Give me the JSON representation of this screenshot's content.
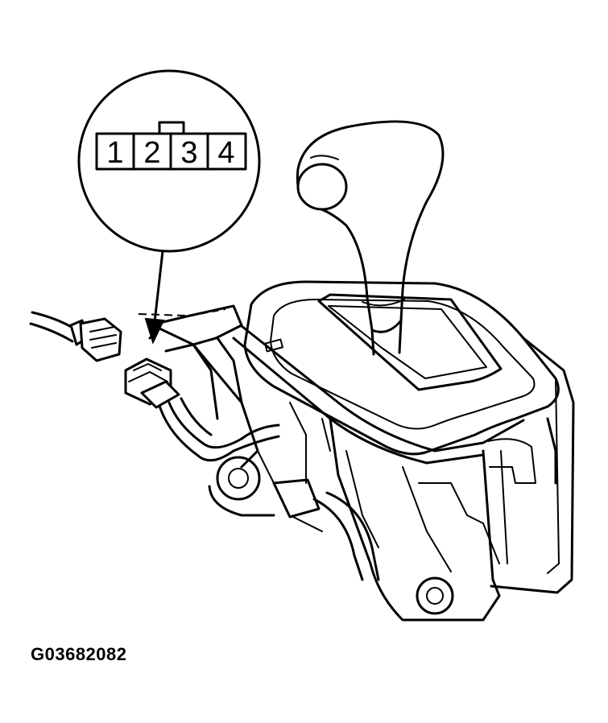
{
  "connector": {
    "pins": [
      "1",
      "2",
      "3",
      "4"
    ]
  },
  "figure_code": "G03682082"
}
